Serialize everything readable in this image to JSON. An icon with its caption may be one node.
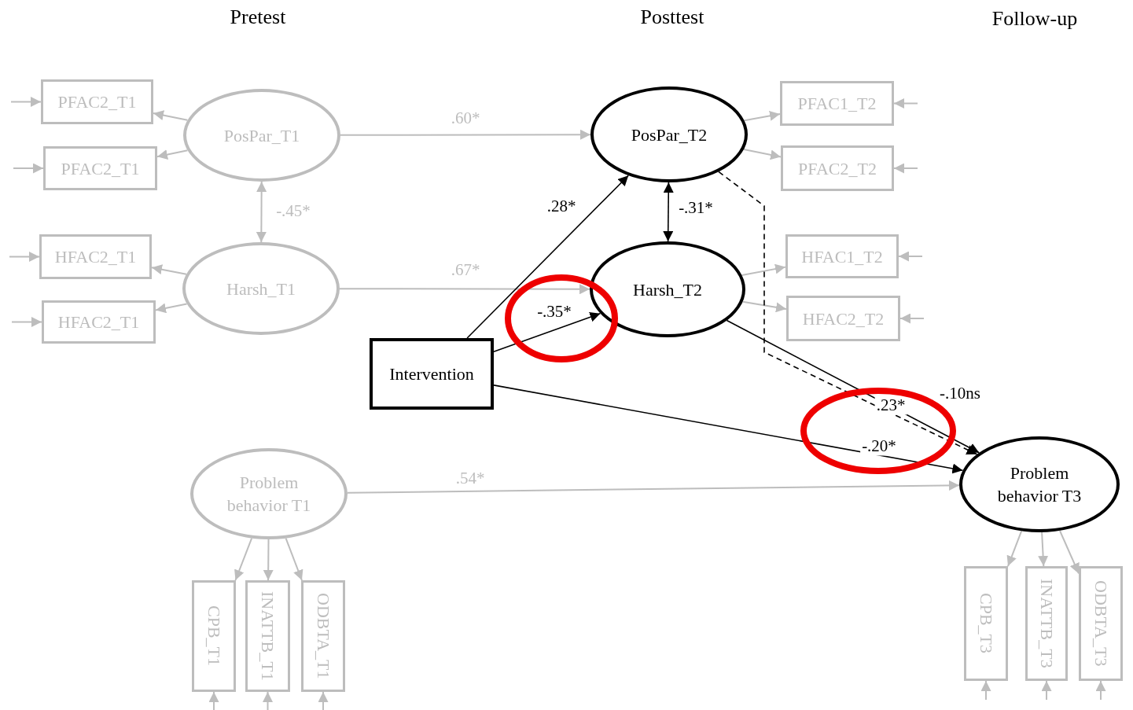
{
  "diagram": {
    "nodes": [
      {
        "text": [
          "PosPar_T1"
        ]
      },
      {
        "text": [
          "PFAC2_T1"
        ]
      },
      {
        "text": [
          "PFAC2_T1"
        ]
      },
      {
        "text": [
          "Harsh_T1"
        ]
      },
      {
        "text": [
          "HFAC2_T1"
        ]
      },
      {
        "text": [
          "HFAC2_T1"
        ]
      },
      {
        "text": [
          "PosPar_T2"
        ]
      },
      {
        "text": [
          "PFAC1_T2"
        ]
      },
      {
        "text": [
          "PFAC2_T2"
        ]
      },
      {
        "text": [
          "Harsh_T2"
        ]
      },
      {
        "text": [
          "HFAC1_T2"
        ]
      },
      {
        "text": [
          "HFAC2_T2"
        ]
      },
      {
        "text": [
          "Intervention"
        ]
      },
      {
        "text": [
          "Problem behavior T1"
        ]
      },
      {
        "text": [
          "CPB_T1"
        ]
      },
      {
        "text": [
          "INATTB_T1"
        ]
      },
      {
        "text": [
          "ODBTA_T1"
        ]
      },
      {
        "text": [
          "Problem behavior T3"
        ]
      },
      {
        "text": [
          "CPB_T3"
        ]
      },
      {
        "text": [
          "INATTB_T3"
        ]
      },
      {
        "text": [
          "ODBTA_T3"
        ]
      }
    ],
    "edges": [
      {
        "from": 0,
        "to": 1,
        "arrow": "to"
      },
      {
        "from": 0,
        "to": 2,
        "arrow": "to"
      },
      {
        "from": 0,
        "to": 3,
        "arrow": "both",
        "label": "-.45*"
      },
      {
        "from": 3,
        "to": 4,
        "arrow": "to"
      },
      {
        "from": 3,
        "to": 5,
        "arrow": "to"
      },
      {
        "from": 0,
        "to": 6,
        "arrow": "to",
        "label": ".60*"
      },
      {
        "from": 3,
        "to": 9,
        "arrow": "to",
        "label": ".67*"
      },
      {
        "from": 6,
        "to": 7,
        "arrow": "to"
      },
      {
        "from": 6,
        "to": 8,
        "arrow": "to"
      },
      {
        "from": 6,
        "to": 9,
        "arrow": "both",
        "label": "-.31*",
        "color": "#000000"
      },
      {
        "from": 9,
        "to": 10,
        "arrow": "to"
      },
      {
        "from": 9,
        "to": 11,
        "arrow": "to"
      },
      {
        "from": 12,
        "to": 6,
        "arrow": "to",
        "label": ".28*",
        "color": "#000000"
      },
      {
        "from": 12,
        "to": 9,
        "arrow": "to",
        "label": "-.35*",
        "color": "#000000"
      },
      {
        "from": 12,
        "to": 17,
        "arrow": "to",
        "label": "-.20*",
        "color": "#000000"
      },
      {
        "from": 9,
        "to": 17,
        "arrow": "to",
        "label": ".23*",
        "color": "#000000"
      },
      {
        "from": 6,
        "to": 17,
        "arrow": "to",
        "label": "-.10ns",
        "style": "dashed",
        "color": "#000000"
      },
      {
        "from": 13,
        "to": 17,
        "arrow": "to",
        "label": ".54*"
      },
      {
        "from": 13,
        "to": 14,
        "arrow": "to"
      },
      {
        "from": 13,
        "to": 15,
        "arrow": "to"
      },
      {
        "from": 13,
        "to": 16,
        "arrow": "to"
      },
      {
        "from": 17,
        "to": 18,
        "arrow": "to"
      },
      {
        "from": 17,
        "to": 19,
        "arrow": "to"
      },
      {
        "from": 17,
        "to": 20,
        "arrow": "to"
      },
      {
        "from": null,
        "to": 1,
        "arrow": "to"
      },
      {
        "from": null,
        "to": 2,
        "arrow": "to"
      },
      {
        "from": null,
        "to": 4,
        "arrow": "to"
      },
      {
        "from": null,
        "to": 5,
        "arrow": "to"
      },
      {
        "from": null,
        "to": 7,
        "arrow": "to"
      },
      {
        "from": null,
        "to": 8,
        "arrow": "to"
      },
      {
        "from": null,
        "to": 10,
        "arrow": "to"
      },
      {
        "from": null,
        "to": 11,
        "arrow": "to"
      },
      {
        "from": null,
        "to": 14,
        "arrow": "to"
      },
      {
        "from": null,
        "to": 15,
        "arrow": "to"
      },
      {
        "from": null,
        "to": 16,
        "arrow": "to"
      },
      {
        "from": null,
        "to": 18,
        "arrow": "to"
      },
      {
        "from": null,
        "to": 19,
        "arrow": "to"
      },
      {
        "from": null,
        "to": 20,
        "arrow": "to"
      }
    ],
    "labels": [
      "Pretest",
      "Posttest",
      "Follow-up"
    ]
  }
}
